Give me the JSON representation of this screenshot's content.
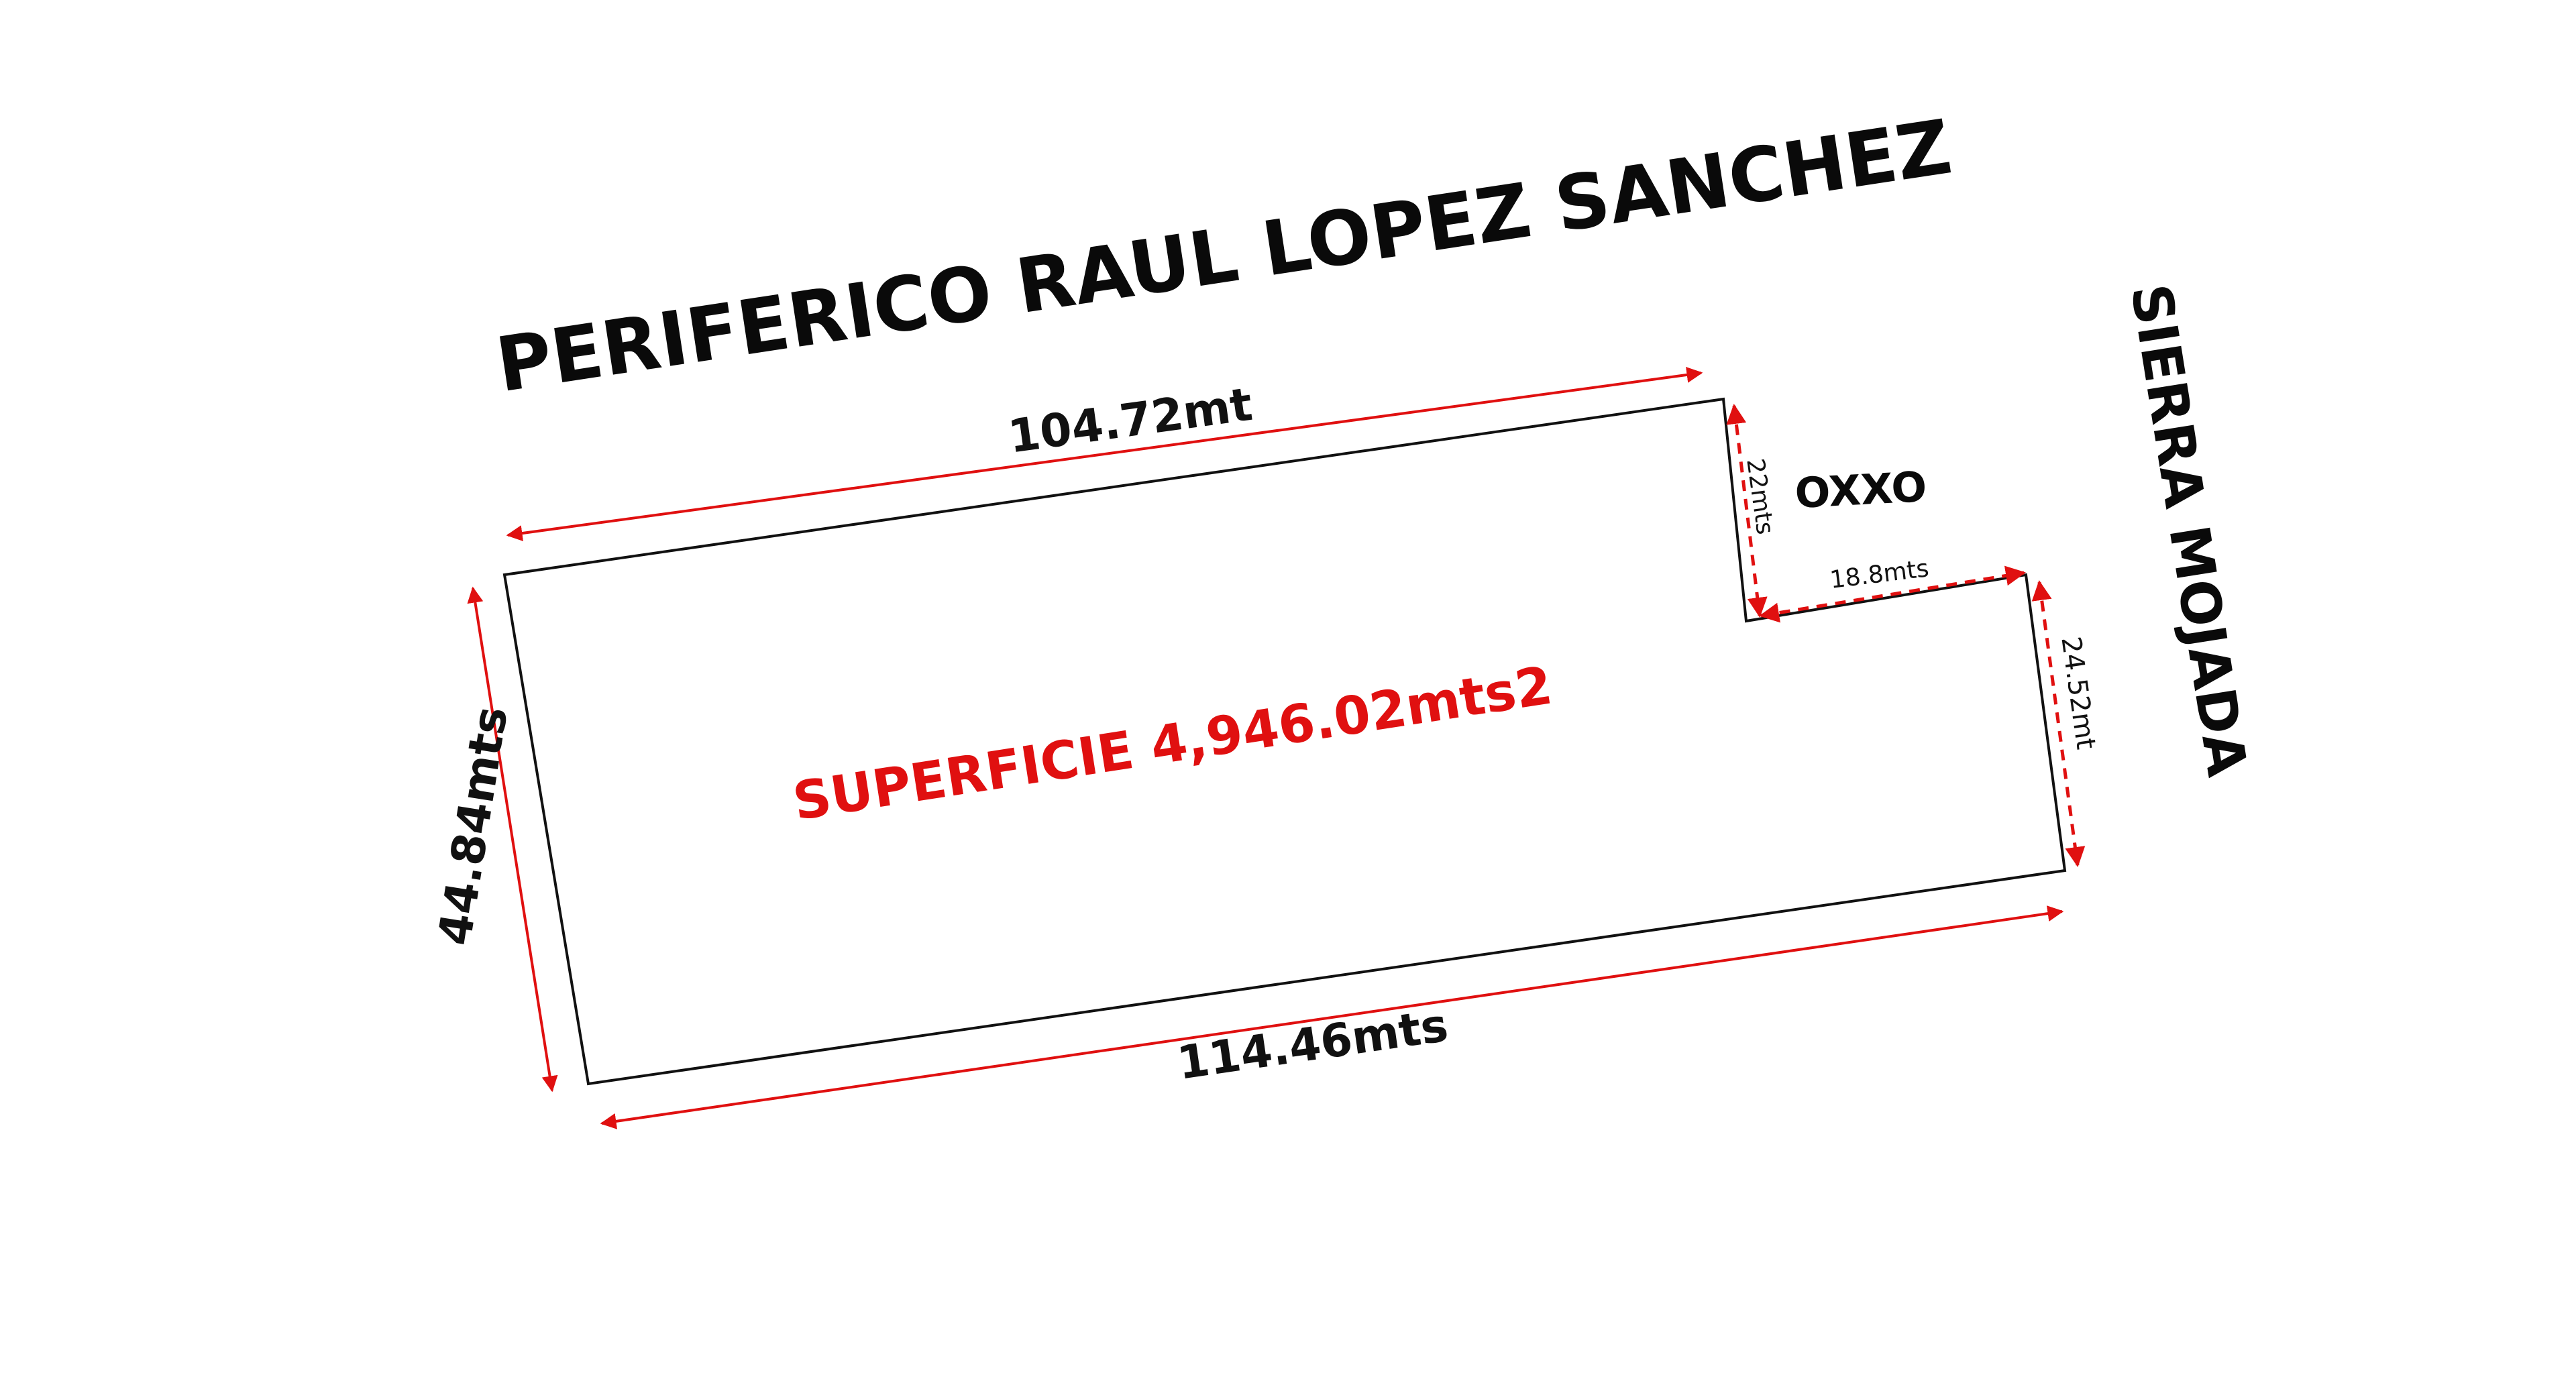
{
  "diagram": {
    "streets": {
      "north": "PERIFERICO RAUL LOPEZ SANCHEZ",
      "east": "SIERRA MOJADA"
    },
    "neighbor": "OXXO",
    "area_label": "SUPERFICIE 4,946.02mts2",
    "dimensions": {
      "top": "104.72mt",
      "left": "44.84mts",
      "bottom": "114.46mts",
      "notch_vertical": "22mts",
      "notch_horizontal": "18.8mts",
      "right": "24.52mt"
    },
    "colors": {
      "outline": "#111111",
      "dimension": "#e01010",
      "area_text": "#e01010",
      "text": "#0a0a0a",
      "background": "#ffffff"
    }
  }
}
